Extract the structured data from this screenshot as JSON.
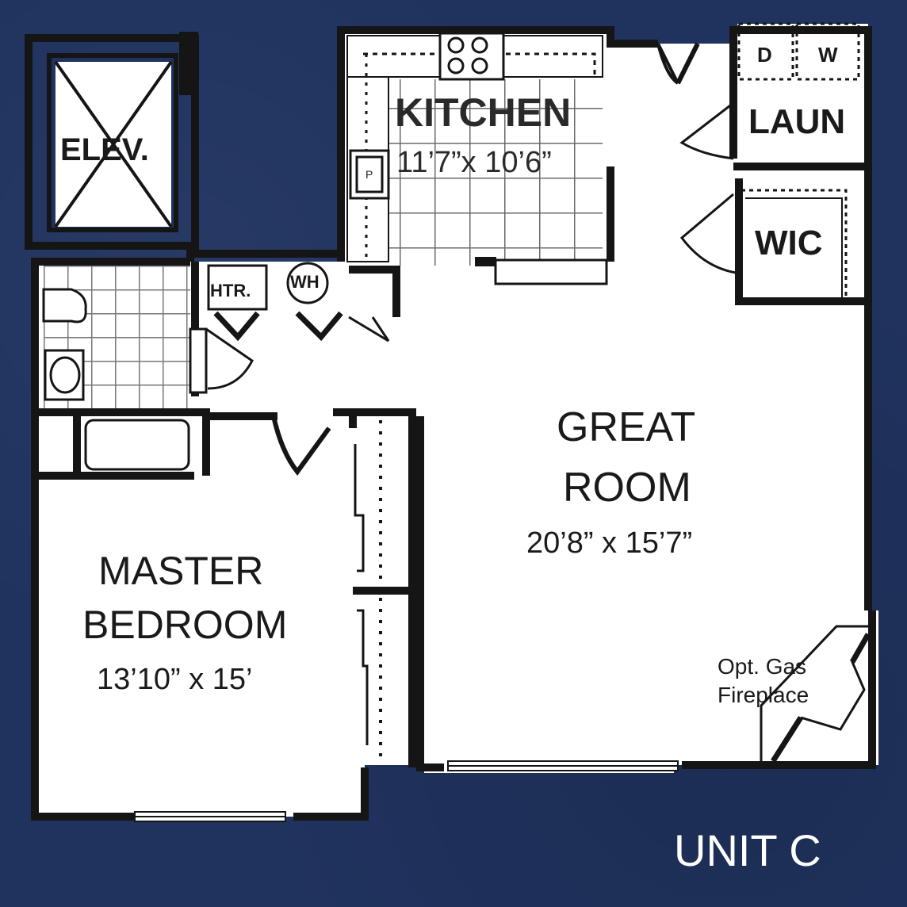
{
  "plan": {
    "unit_label": "UNIT C",
    "colors": {
      "background": "#20335f",
      "wall": "#151515",
      "floor": "#ffffff",
      "tile_line": "#555555",
      "text": "#1a1a1a",
      "unit_text": "#ffffff"
    },
    "rooms": {
      "elevator": {
        "name": "ELEV."
      },
      "kitchen": {
        "name": "KITCHEN",
        "dimensions": "11’7”x 10’6”",
        "pantry_mark": "P"
      },
      "laundry": {
        "name": "LAUN",
        "dryer": "D",
        "washer": "W"
      },
      "wic": {
        "name": "WIC"
      },
      "heater": {
        "name": "HTR."
      },
      "water_heater": {
        "name": "WH"
      },
      "great_room": {
        "name_line1": "GREAT",
        "name_line2": "ROOM",
        "dimensions": "20’8” x 15’7”"
      },
      "master_bedroom": {
        "name_line1": "MASTER",
        "name_line2": "BEDROOM",
        "dimensions": "13’10” x 15’"
      },
      "fireplace": {
        "line1": "Opt. Gas",
        "line2": "Fireplace"
      }
    }
  }
}
